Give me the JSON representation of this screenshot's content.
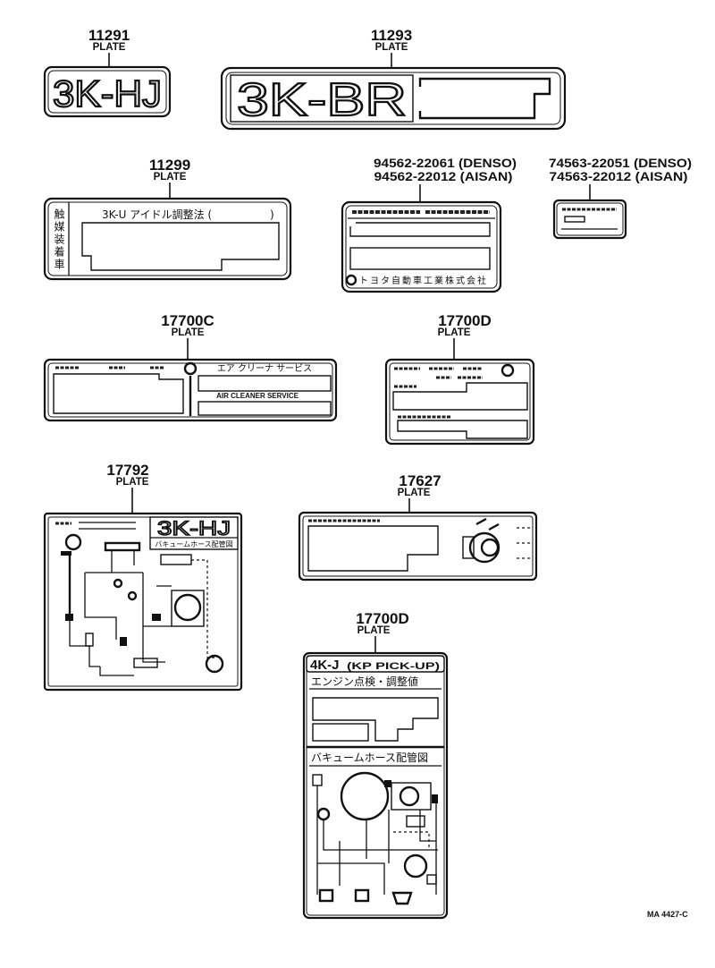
{
  "figure_code": "MA 4427-C",
  "parts": [
    {
      "number": "11291",
      "name": "PLATE",
      "plate_text": "3K-HJ"
    },
    {
      "number": "11293",
      "name": "PLATE",
      "plate_text": "3K-BR"
    },
    {
      "number": "11299",
      "name": "PLATE",
      "side_text": "触媒装着車",
      "heading": "3K-U アイドル調整法 (",
      "heading_close": ")"
    },
    {
      "number_lines": [
        "94562-22061 (DENSO)",
        "94562-22012 (AISAN)"
      ],
      "footer": "トヨタ自動車工業株式会社"
    },
    {
      "number_lines": [
        "74563-22051 (DENSO)",
        "74563-22012 (AISAN)"
      ]
    },
    {
      "number": "17700C",
      "name": "PLATE",
      "title": "エア クリーナ サービス",
      "subtitle": "AIR CLEANER SERVICE"
    },
    {
      "number": "17700D",
      "name": "PLATE"
    },
    {
      "number": "17792",
      "name": "PLATE",
      "plate_text": "3K-HJ",
      "caption": "バキュームホース配管図"
    },
    {
      "number": "17627",
      "name": "PLATE"
    },
    {
      "number": "17700D",
      "name": "PLATE",
      "model": "4K-J",
      "variant": "(KP PICK-UP)",
      "section_1": "エンジン点検・調整値",
      "section_2": "バキュームホース配管図"
    }
  ]
}
